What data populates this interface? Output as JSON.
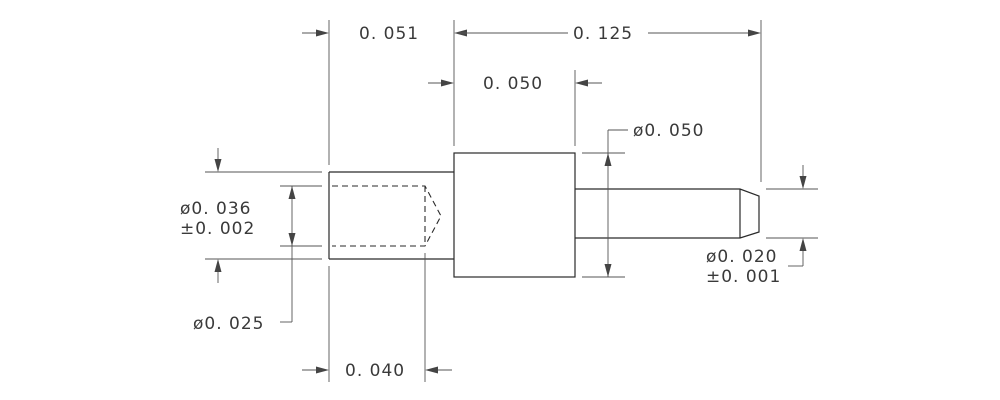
{
  "drawing": {
    "dimensions": {
      "length_socket": "0. 051",
      "length_overall_right": "0. 125",
      "length_body": "0. 050",
      "dia_body": "ø0. 050",
      "dia_socket_line1": "ø0. 036",
      "dia_socket_line2": "±0. 002",
      "dia_pin_line1": "ø0. 020",
      "dia_pin_line2": "±0. 001",
      "dia_bore": "ø0. 025",
      "bore_depth": "0. 040"
    }
  }
}
